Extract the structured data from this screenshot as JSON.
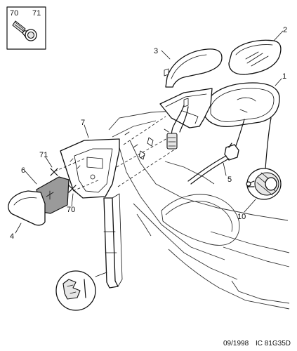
{
  "inset_labels": {
    "left": "70",
    "right": "71"
  },
  "callouts": {
    "c1": "1",
    "c2": "2",
    "c3": "3",
    "c4": "4",
    "c5": "5",
    "c6": "6",
    "c7": "7",
    "c10": "10",
    "c70": "70",
    "c71": "71"
  },
  "footer": {
    "date": "09/1998",
    "reference": "IC 81G35D"
  },
  "colors": {
    "line": "#111111",
    "glass_fill": "#9a9a9a",
    "background": "#ffffff"
  }
}
